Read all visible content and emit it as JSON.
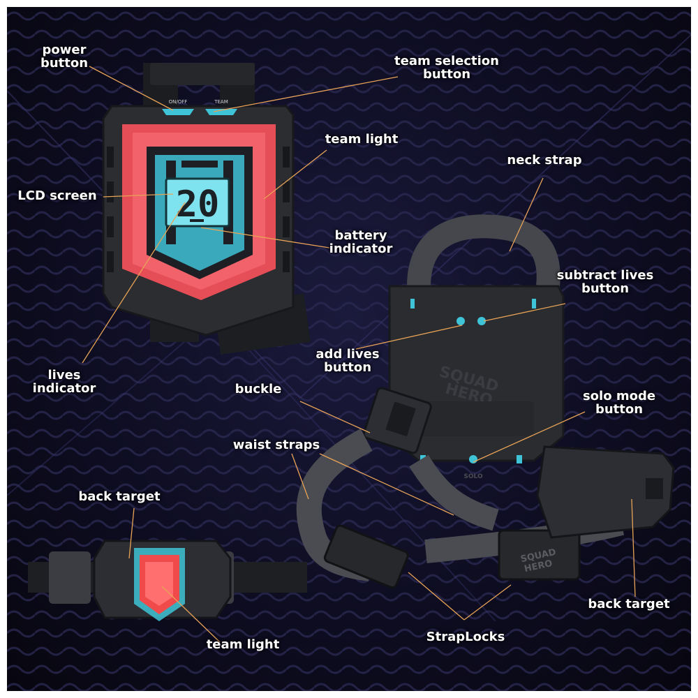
{
  "device": {
    "lcd_value": "20",
    "power_key_text": "ON/OFF",
    "team_key_text": "TEAM",
    "brand_line1": "SQUAD",
    "brand_line2": "HERO",
    "solo_key_text": "SOLO"
  },
  "labels": {
    "power_button": [
      "power",
      "button"
    ],
    "team_selection_button": [
      "team selection",
      "button"
    ],
    "team_light_top": "team light",
    "lcd_screen": "LCD screen",
    "neck_strap": "neck strap",
    "battery_indicator": [
      "battery",
      "indicator"
    ],
    "subtract_lives_button": [
      "subtract lives",
      "button"
    ],
    "add_lives_button": [
      "add lives",
      "button"
    ],
    "lives_indicator": [
      "lives",
      "indicator"
    ],
    "buckle": "buckle",
    "solo_mode_button": [
      "solo mode",
      "button"
    ],
    "waist_straps": "waist straps",
    "back_target_left": "back target",
    "back_target_right": "back target",
    "team_light_bottom": "team light",
    "straplocks": "StrapLocks"
  },
  "colors": {
    "background": "#0e0d22",
    "leader_line": "#e8a357",
    "team_light": "#f0505a",
    "lcd": "#7fe3ef",
    "accent_cyan": "#3fc3d6",
    "device_body": "#2b2d31"
  }
}
